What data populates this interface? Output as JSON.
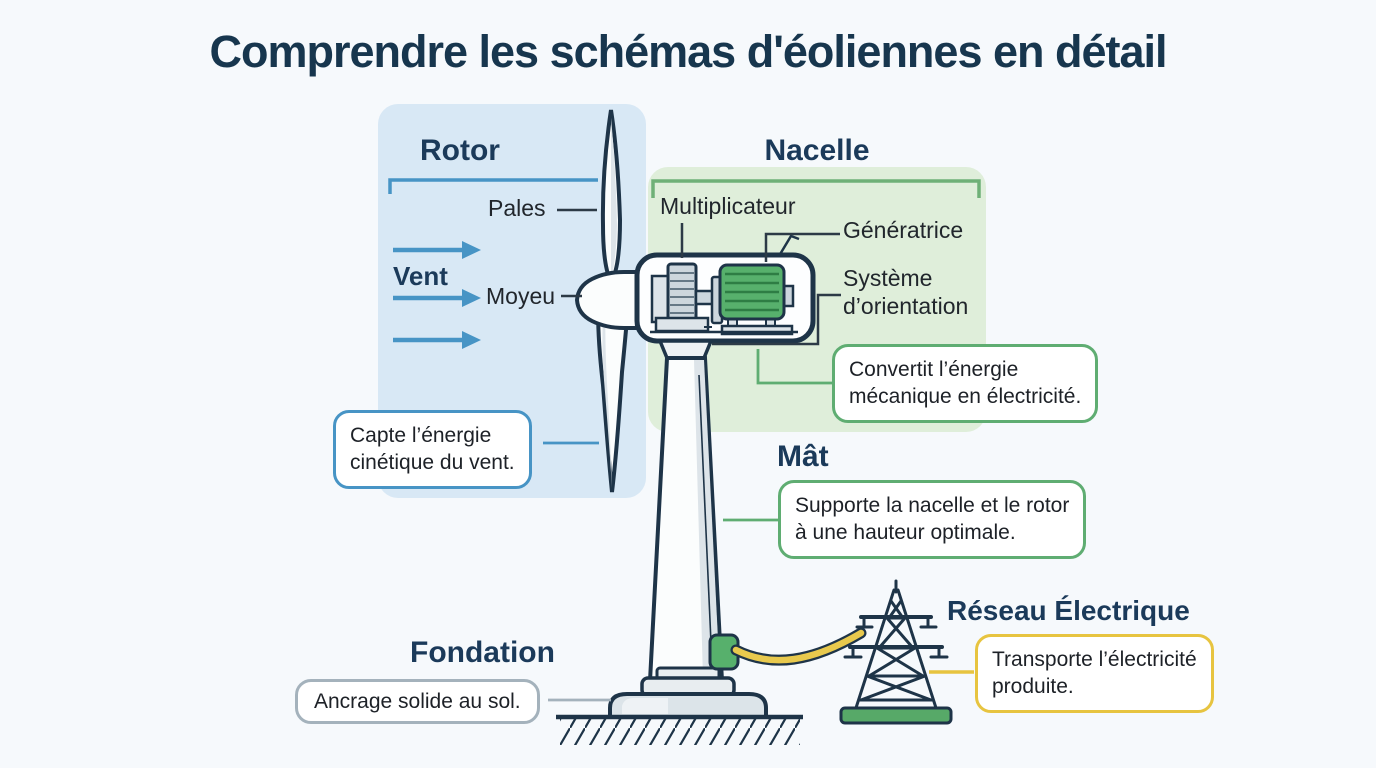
{
  "title": "Comprendre les schémas d'éoliennes en détail",
  "rotor": {
    "heading": "Rotor",
    "pales_label": "Pales",
    "vent_label": "Vent",
    "moyeu_label": "Moyeu",
    "callout_lines": [
      "Capte l’énergie",
      "cinétique du vent."
    ]
  },
  "nacelle": {
    "heading": "Nacelle",
    "multiplicateur_label": "Multiplicateur",
    "generatrice_label": "Génératrice",
    "orientation_label": "Système d’orientation",
    "callout_lines": [
      "Convertit l’énergie",
      "mécanique en électricité."
    ]
  },
  "mat": {
    "heading": "Mât",
    "callout_lines": [
      "Supporte la nacelle et le rotor",
      "à une hauteur optimale."
    ]
  },
  "fondation": {
    "heading": "Fondation",
    "callout_lines": [
      "Ancrage solide au sol."
    ]
  },
  "reseau": {
    "heading": "Réseau Électrique",
    "callout_lines": [
      "Transporte l’électricité",
      "produite."
    ]
  },
  "colors": {
    "background": "#f6f9fc",
    "heading_navy": "#1b3a5a",
    "panel_blue": "#d8e8f5",
    "panel_green": "#dfeeda",
    "accent_blue": "#4794c5",
    "accent_green": "#5fad72",
    "accent_yellow": "#e7c440",
    "accent_gray": "#a4b2bc",
    "outline_navy": "#1e3448",
    "generator_green": "#57b06c",
    "cable_yellow": "#e8c94d"
  }
}
